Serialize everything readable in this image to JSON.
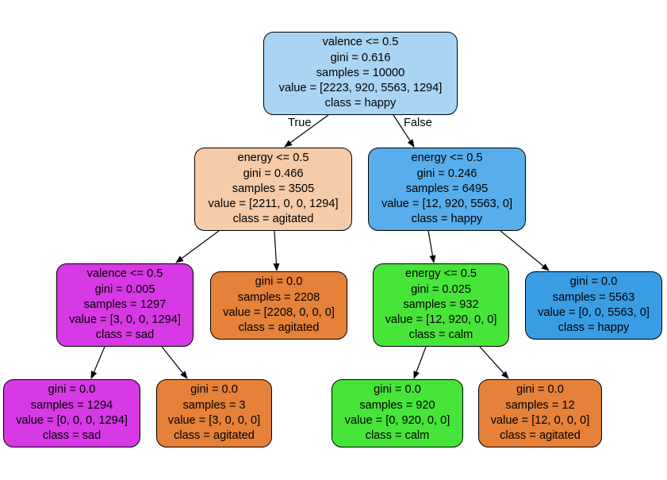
{
  "colors": {
    "happy_light": "#aad4f4",
    "happy": "#58aeec",
    "happy_full": "#399de5",
    "agitated_light": "#f5cba9",
    "agitated": "#e58139",
    "sad": "#d739e5",
    "calm": "#47e539"
  },
  "edges": {
    "true_label": "True",
    "false_label": "False"
  },
  "nodes": {
    "root": {
      "split": "valence <= 0.5",
      "gini": "gini = 0.616",
      "samples": "samples = 10000",
      "value": "value = [2223, 920, 5563, 1294]",
      "class": "class = happy"
    },
    "left": {
      "split": "energy <= 0.5",
      "gini": "gini = 0.466",
      "samples": "samples = 3505",
      "value": "value = [2211, 0, 0, 1294]",
      "class": "class = agitated"
    },
    "right": {
      "split": "energy <= 0.5",
      "gini": "gini = 0.246",
      "samples": "samples = 6495",
      "value": "value = [12, 920, 5563, 0]",
      "class": "class = happy"
    },
    "ll": {
      "split": "valence <= 0.5",
      "gini": "gini = 0.005",
      "samples": "samples = 1297",
      "value": "value = [3, 0, 0, 1294]",
      "class": "class = sad"
    },
    "lr": {
      "gini": "gini = 0.0",
      "samples": "samples = 2208",
      "value": "value = [2208, 0, 0, 0]",
      "class": "class = agitated"
    },
    "rl": {
      "split": "energy <= 0.5",
      "gini": "gini = 0.025",
      "samples": "samples = 932",
      "value": "value = [12, 920, 0, 0]",
      "class": "class = calm"
    },
    "rr": {
      "gini": "gini = 0.0",
      "samples": "samples = 5563",
      "value": "value = [0, 0, 5563, 0]",
      "class": "class = happy"
    },
    "lll": {
      "gini": "gini = 0.0",
      "samples": "samples = 1294",
      "value": "value = [0, 0, 0, 1294]",
      "class": "class = sad"
    },
    "llr": {
      "gini": "gini = 0.0",
      "samples": "samples = 3",
      "value": "value = [3, 0, 0, 0]",
      "class": "class = agitated"
    },
    "rll": {
      "gini": "gini = 0.0",
      "samples": "samples = 920",
      "value": "value = [0, 920, 0, 0]",
      "class": "class = calm"
    },
    "rlr": {
      "gini": "gini = 0.0",
      "samples": "samples = 12",
      "value": "value = [12, 0, 0, 0]",
      "class": "class = agitated"
    }
  }
}
